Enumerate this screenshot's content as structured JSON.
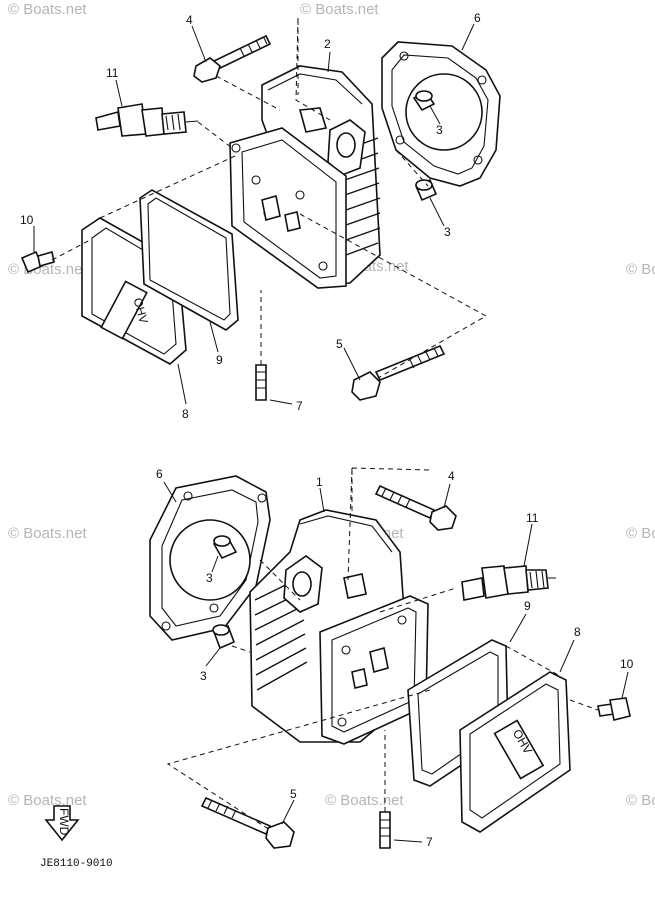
{
  "diagram": {
    "colors": {
      "ink": "#111111",
      "watermark": "#b5b5b5",
      "background": "#ffffff"
    },
    "icons": [
      "fwd-arrow-icon",
      "boats-net-watermark-icon",
      "ohv-valve-cover-logo"
    ],
    "upper_assembly": {
      "callouts": {
        "c1": "4",
        "c2": "2",
        "c3": "6",
        "c4": "11",
        "c5": "3",
        "c6": "3",
        "c7": "10",
        "c8": "9",
        "c9": "8",
        "c10": "5",
        "c11": "7"
      },
      "cover_text": "OHV"
    },
    "lower_assembly": {
      "callouts": {
        "c1": "6",
        "c2": "1",
        "c3": "4",
        "c4": "11",
        "c5": "3",
        "c6": "3",
        "c7": "9",
        "c8": "8",
        "c9": "10",
        "c10": "5",
        "c11": "7"
      },
      "cover_text": "OHV"
    },
    "watermarks": {
      "w1": "© Boats.net",
      "w2": "© Boats.net",
      "w3": "© Boats.net",
      "w4": "© Boats.net",
      "w5": "© Boats.net",
      "w6": "© Boats.net",
      "w7": "© Boats.net",
      "w8": "© Boats.net",
      "w9": "© Boats.net",
      "w10": "© Boats.net",
      "w11": "© Boats.net"
    },
    "fwd_label": "FWD",
    "drawing_code": "JE8110-9010"
  }
}
